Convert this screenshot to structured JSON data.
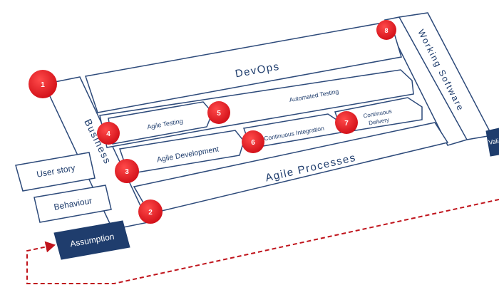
{
  "diagram": {
    "devops_label": "DevOps",
    "automated_testing_label": "Automated Testing",
    "agile_testing_label": "Agile Testing",
    "continuous_integration_label": "Continuous Integration",
    "continuous_delivery_label": [
      "Continuous",
      "Delivery"
    ],
    "agile_development_label": "Agile Development",
    "agile_processes_label": "Agile Processes",
    "business_label": "Business",
    "working_software_label": "Working Software",
    "user_story_label": "User story",
    "behaviour_label": "Behaviour",
    "assumption_label": "Assumption",
    "validation_label": "Vali",
    "markers": [
      "1",
      "2",
      "3",
      "4",
      "5",
      "6",
      "7",
      "8"
    ]
  },
  "colors": {
    "navy": "#1f3d6d",
    "marker_red": "#e0161f",
    "dashed_red": "#c0141c",
    "outline": "#2d4a7a"
  }
}
